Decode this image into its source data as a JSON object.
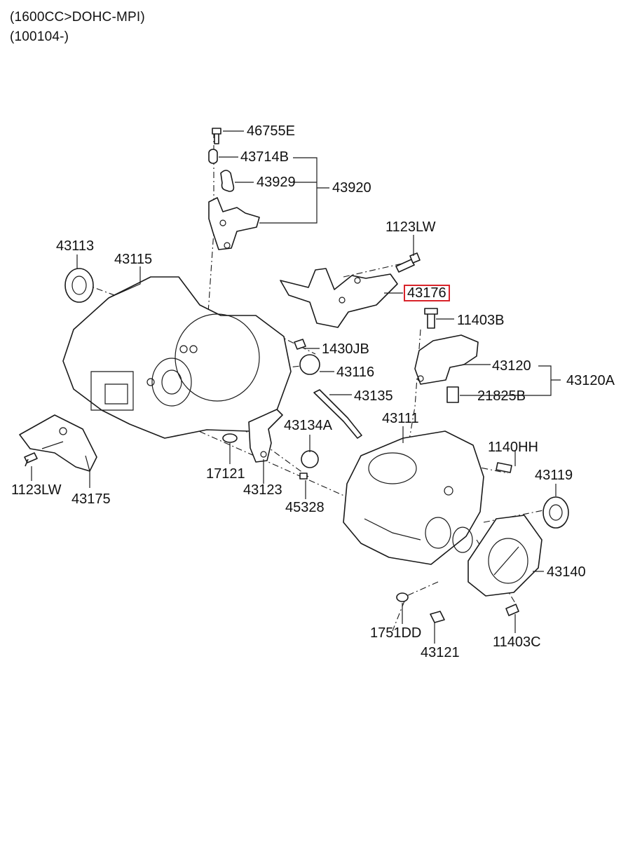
{
  "header": {
    "line1": "(1600CC>DOHC-MPI)",
    "line2": "(100104-)"
  },
  "highlight_color": "#d8232a",
  "parts": {
    "p46755E": "46755E",
    "p43714B": "43714B",
    "p43929": "43929",
    "p43920": "43920",
    "p1123LW_top": "1123LW",
    "p43176": "43176",
    "p11403B": "11403B",
    "p43113": "43113",
    "p43115": "43115",
    "p1430JB": "1430JB",
    "p43116": "43116",
    "p43120": "43120",
    "p43120A": "43120A",
    "p21825B": "21825B",
    "p43135": "43135",
    "p43111": "43111",
    "p43134A": "43134A",
    "p1140HH": "1140HH",
    "p43119": "43119",
    "p17121": "17121",
    "p43123": "43123",
    "p45328": "45328",
    "p1123LW_left": "1123LW",
    "p43175": "43175",
    "p43140": "43140",
    "p1751DD": "1751DD",
    "p43121": "43121",
    "p11403C": "11403C"
  }
}
